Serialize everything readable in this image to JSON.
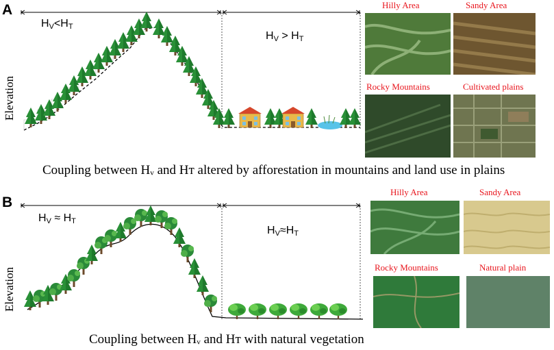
{
  "panel_a": {
    "letter": "A",
    "axis_label": "Elevation",
    "left_relation": {
      "v": "H",
      "v_sub": "V",
      "op": "<",
      "t": "H",
      "t_sub": "T"
    },
    "right_relation": {
      "v": "H",
      "v_sub": "V",
      "op": " > ",
      "t": "H",
      "t_sub": "T"
    },
    "caption": "Coupling between Hᵥ and Hᴛ altered by afforestation in mountains and land use in plains",
    "photos": [
      {
        "label": "Hilly Area",
        "color": "#4f7a3a"
      },
      {
        "label": "Sandy Area",
        "color": "#6e5630"
      },
      {
        "label": "Rocky Mountains",
        "color": "#2f4a2a"
      },
      {
        "label": "Cultivated plains",
        "color": "#6f7550"
      }
    ]
  },
  "panel_b": {
    "letter": "B",
    "axis_label": "Elevation",
    "left_relation": {
      "v": "H",
      "v_sub": "V",
      "op": " ≈ ",
      "t": "H",
      "t_sub": "T"
    },
    "right_relation": {
      "v": "H",
      "v_sub": "V",
      "op": "≈",
      "t": "H",
      "t_sub": "T"
    },
    "caption": "Coupling between Hᵥ and Hᴛ with natural vegetation",
    "photos": [
      {
        "label": "Hilly Area",
        "color": "#3f7a3d"
      },
      {
        "label": "Sandy Area",
        "color": "#d8c98e"
      },
      {
        "label": "Rocky Mountains",
        "color": "#2f7a3a"
      },
      {
        "label": "Natural plain",
        "color": "#5f8268"
      }
    ]
  },
  "colors": {
    "tree_dark": "#1e7a2c",
    "tree_light": "#3aa64a",
    "trunk": "#6b4a2a",
    "photo_label": "#e8141c",
    "building": "#e9b84a",
    "roof": "#d6472b",
    "water": "#58c3e8"
  }
}
